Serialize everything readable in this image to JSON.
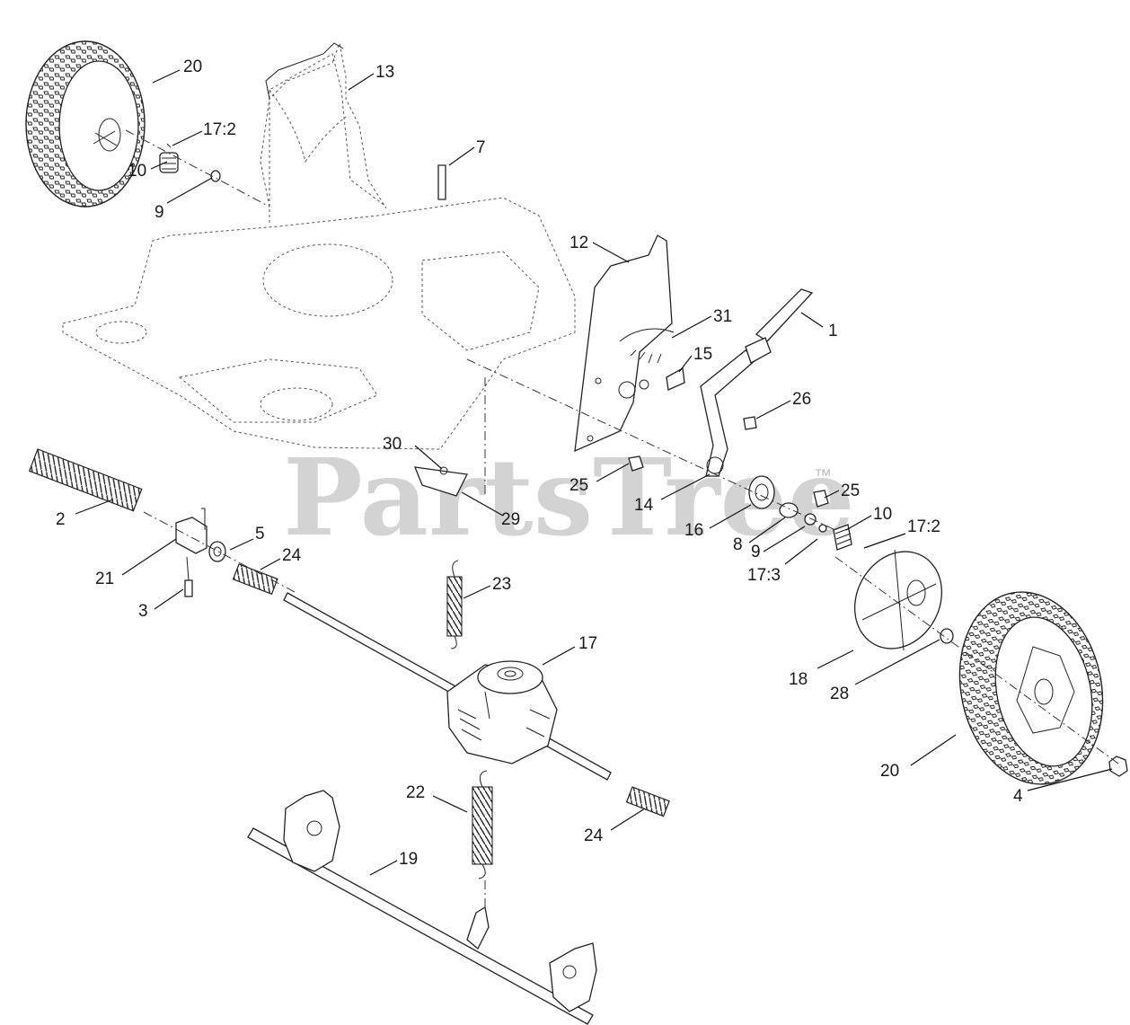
{
  "watermark": {
    "text": "PartsTree",
    "mark": "™"
  },
  "callouts": [
    {
      "id": "c20a",
      "text": "20"
    },
    {
      "id": "c13",
      "text": "13"
    },
    {
      "id": "c17_2a",
      "text": "17:2"
    },
    {
      "id": "c10a",
      "text": "10"
    },
    {
      "id": "c9a",
      "text": "9"
    },
    {
      "id": "c7",
      "text": "7"
    },
    {
      "id": "c12",
      "text": "12"
    },
    {
      "id": "c31",
      "text": "31"
    },
    {
      "id": "c1",
      "text": "1"
    },
    {
      "id": "c15",
      "text": "15"
    },
    {
      "id": "c26",
      "text": "26"
    },
    {
      "id": "c30",
      "text": "30"
    },
    {
      "id": "c25a",
      "text": "25"
    },
    {
      "id": "c14",
      "text": "14"
    },
    {
      "id": "c25b",
      "text": "25"
    },
    {
      "id": "c10b",
      "text": "10"
    },
    {
      "id": "c17_2b",
      "text": "17:2"
    },
    {
      "id": "c16",
      "text": "16"
    },
    {
      "id": "c8",
      "text": "8"
    },
    {
      "id": "c9b",
      "text": "9"
    },
    {
      "id": "c17_3",
      "text": "17:3"
    },
    {
      "id": "c29",
      "text": "29"
    },
    {
      "id": "c2",
      "text": "2"
    },
    {
      "id": "c5",
      "text": "5"
    },
    {
      "id": "c24a",
      "text": "24"
    },
    {
      "id": "c21",
      "text": "21"
    },
    {
      "id": "c3",
      "text": "3"
    },
    {
      "id": "c23",
      "text": "23"
    },
    {
      "id": "c17",
      "text": "17"
    },
    {
      "id": "c18",
      "text": "18"
    },
    {
      "id": "c28",
      "text": "28"
    },
    {
      "id": "c20b",
      "text": "20"
    },
    {
      "id": "c4",
      "text": "4"
    },
    {
      "id": "c22",
      "text": "22"
    },
    {
      "id": "c24b",
      "text": "24"
    },
    {
      "id": "c19",
      "text": "19"
    }
  ]
}
